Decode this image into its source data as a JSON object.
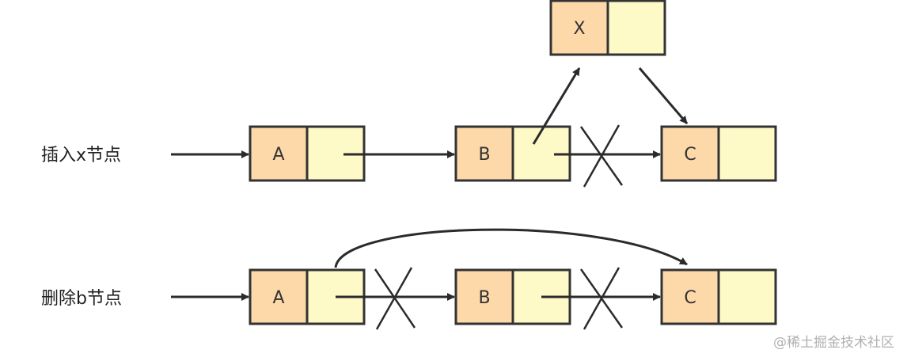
{
  "rows": {
    "insert": {
      "label": "插入x节点"
    },
    "delete": {
      "label": "删除b节点"
    }
  },
  "nodes": {
    "insert_a": {
      "label": "A"
    },
    "insert_b": {
      "label": "B"
    },
    "insert_c": {
      "label": "C"
    },
    "insert_x": {
      "label": "X"
    },
    "delete_a": {
      "label": "A"
    },
    "delete_b": {
      "label": "B"
    },
    "delete_c": {
      "label": "C"
    }
  },
  "watermark": {
    "text": "@稀土掘金技术社区"
  },
  "colors": {
    "data_cell": "#fdd9a9",
    "pointer_cell": "#fefac8",
    "border": "#333333",
    "arrow": "#2b2b2b"
  }
}
